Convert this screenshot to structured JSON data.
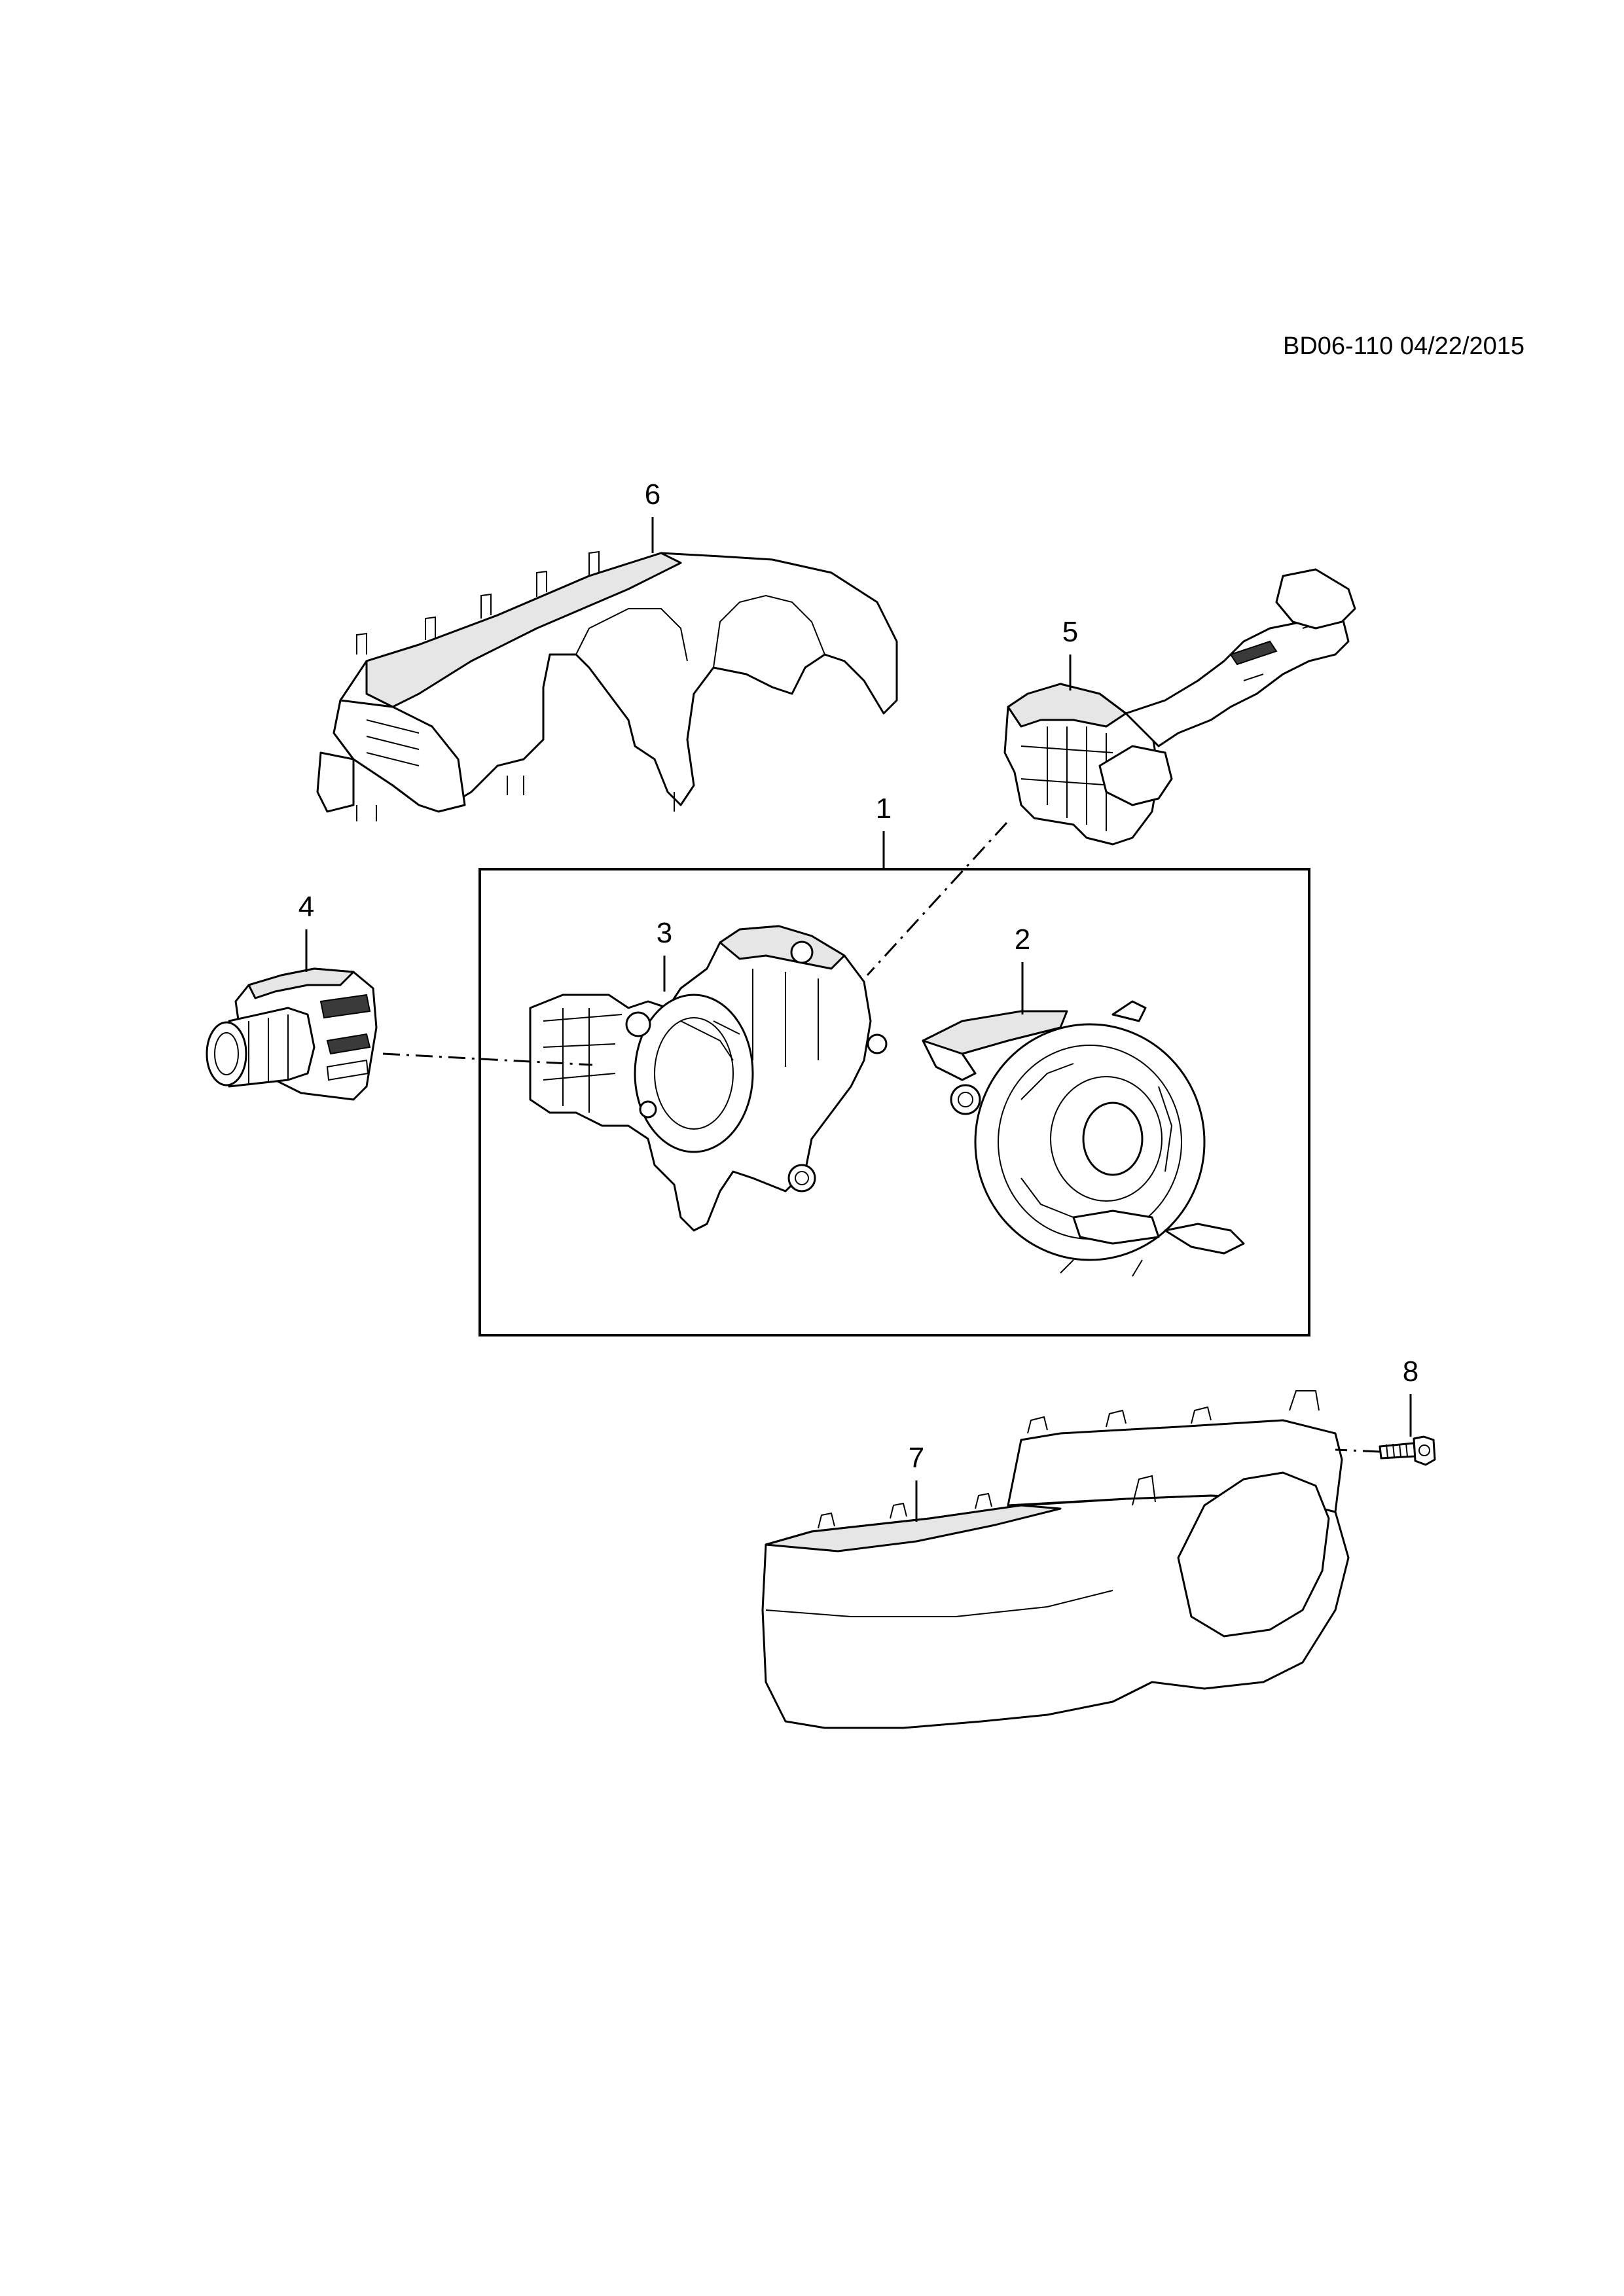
{
  "document": {
    "code": "BD06-110 04/22/2015"
  },
  "callouts": {
    "c1": "1",
    "c2": "2",
    "c3": "3",
    "c4": "4",
    "c5": "5",
    "c6": "6",
    "c7": "7",
    "c8": "8"
  }
}
